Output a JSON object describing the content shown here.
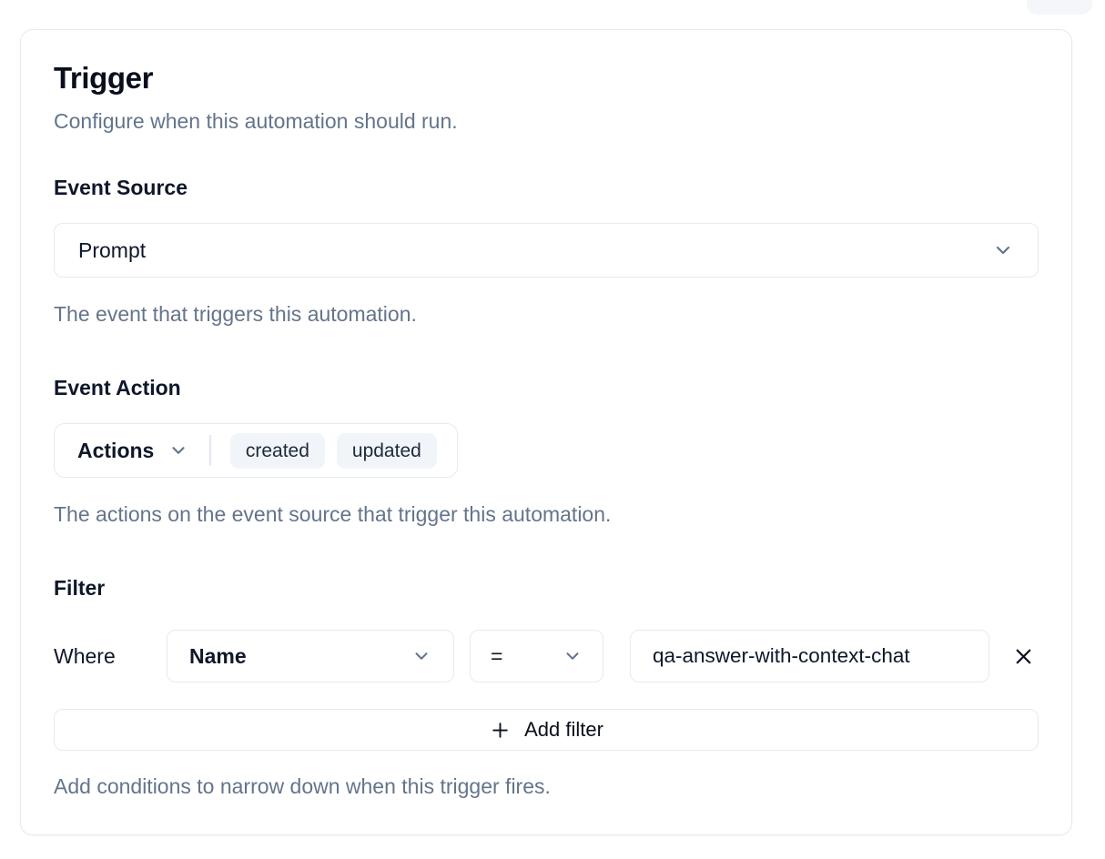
{
  "card": {
    "title": "Trigger",
    "subtitle": "Configure when this automation should run.",
    "event_source": {
      "label": "Event Source",
      "selected": "Prompt",
      "helper": "The event that triggers this automation."
    },
    "event_action": {
      "label": "Event Action",
      "dropdown_label": "Actions",
      "badges": [
        "created",
        "updated"
      ],
      "helper": "The actions on the event source that trigger this automation."
    },
    "filter": {
      "label": "Filter",
      "where_label": "Where",
      "field_selected": "Name",
      "operator_selected": "=",
      "value": "qa-answer-with-context-chat",
      "add_button_label": "Add filter",
      "helper": "Add conditions to narrow down when this trigger fires."
    }
  },
  "icons": {
    "chevron_down": "chevron-down-icon",
    "plus": "plus-icon",
    "close": "close-icon"
  },
  "colors": {
    "text_primary": "#0f172a",
    "text_muted": "#64748b",
    "border": "#e7eaf0",
    "badge_background": "#f1f5f9",
    "card_background": "#ffffff"
  }
}
